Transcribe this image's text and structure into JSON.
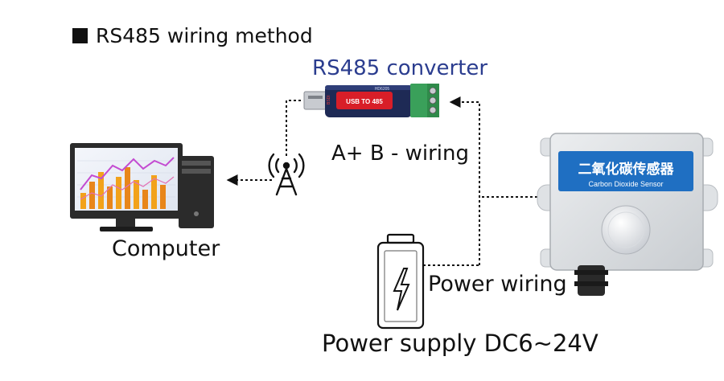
{
  "heading": "RS485 wiring method",
  "converter": {
    "title": "RS485 converter",
    "label_main": "USB TO 485",
    "label_small": "HD6205",
    "label_side": "BSDI"
  },
  "wiring_label": "A+ B - wiring",
  "computer_label": "Computer",
  "power_wiring_label": "Power wiring",
  "power_supply_label": "Power supply DC6~24V",
  "sensor": {
    "title_cn": "二氧化碳传感器",
    "title_en": "Carbon Dioxide Sensor"
  },
  "colors": {
    "converter_title": "#2b3d8f",
    "converter_body": "#1e2a55",
    "converter_label": "#d81e28",
    "terminal_green": "#3aa05a",
    "sensor_banner": "#1f6fc2"
  }
}
